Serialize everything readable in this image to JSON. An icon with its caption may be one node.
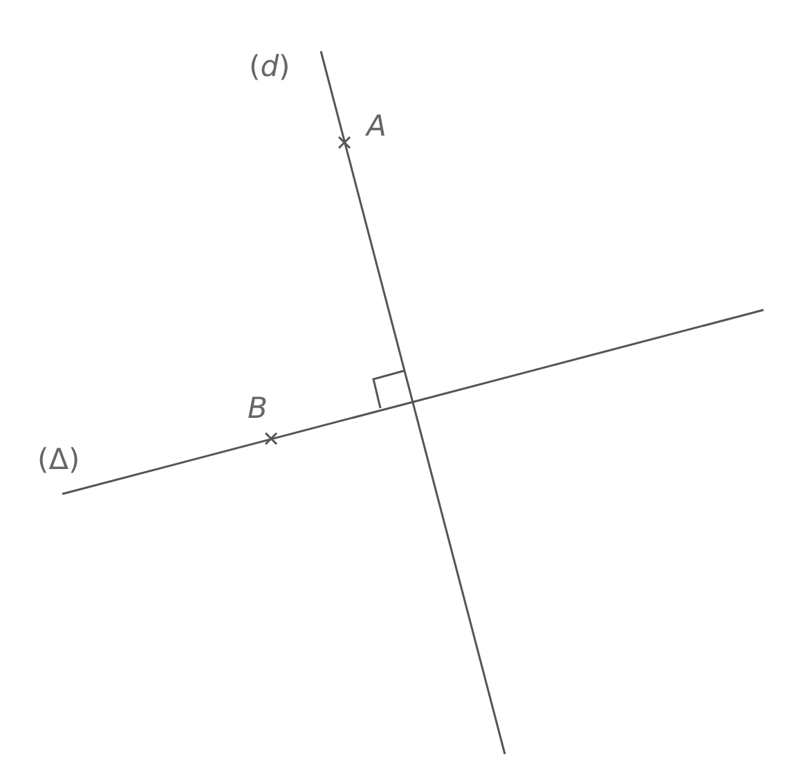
{
  "diagram": {
    "labels": [
      "(*d*)",
      "A",
      "B",
      "(Δ)"
    ]
  }
}
